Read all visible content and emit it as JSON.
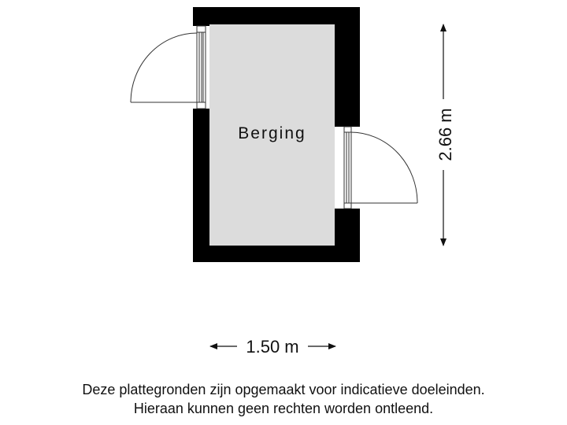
{
  "floorplan": {
    "room": {
      "name": "Berging",
      "fill_color": "#dcdcdc"
    },
    "wall_color": "#000000",
    "doors": [
      {
        "id": "door-west",
        "wall": "left",
        "swing": "outward-left"
      },
      {
        "id": "door-east",
        "wall": "right",
        "swing": "outward-right"
      }
    ],
    "dimensions": {
      "height_label": "2.66 m",
      "width_label": "1.50 m"
    }
  },
  "disclaimer": {
    "line1": "Deze plattegronden zijn opgemaakt voor indicatieve doeleinden.",
    "line2": "Hieraan kunnen geen rechten worden ontleend."
  }
}
